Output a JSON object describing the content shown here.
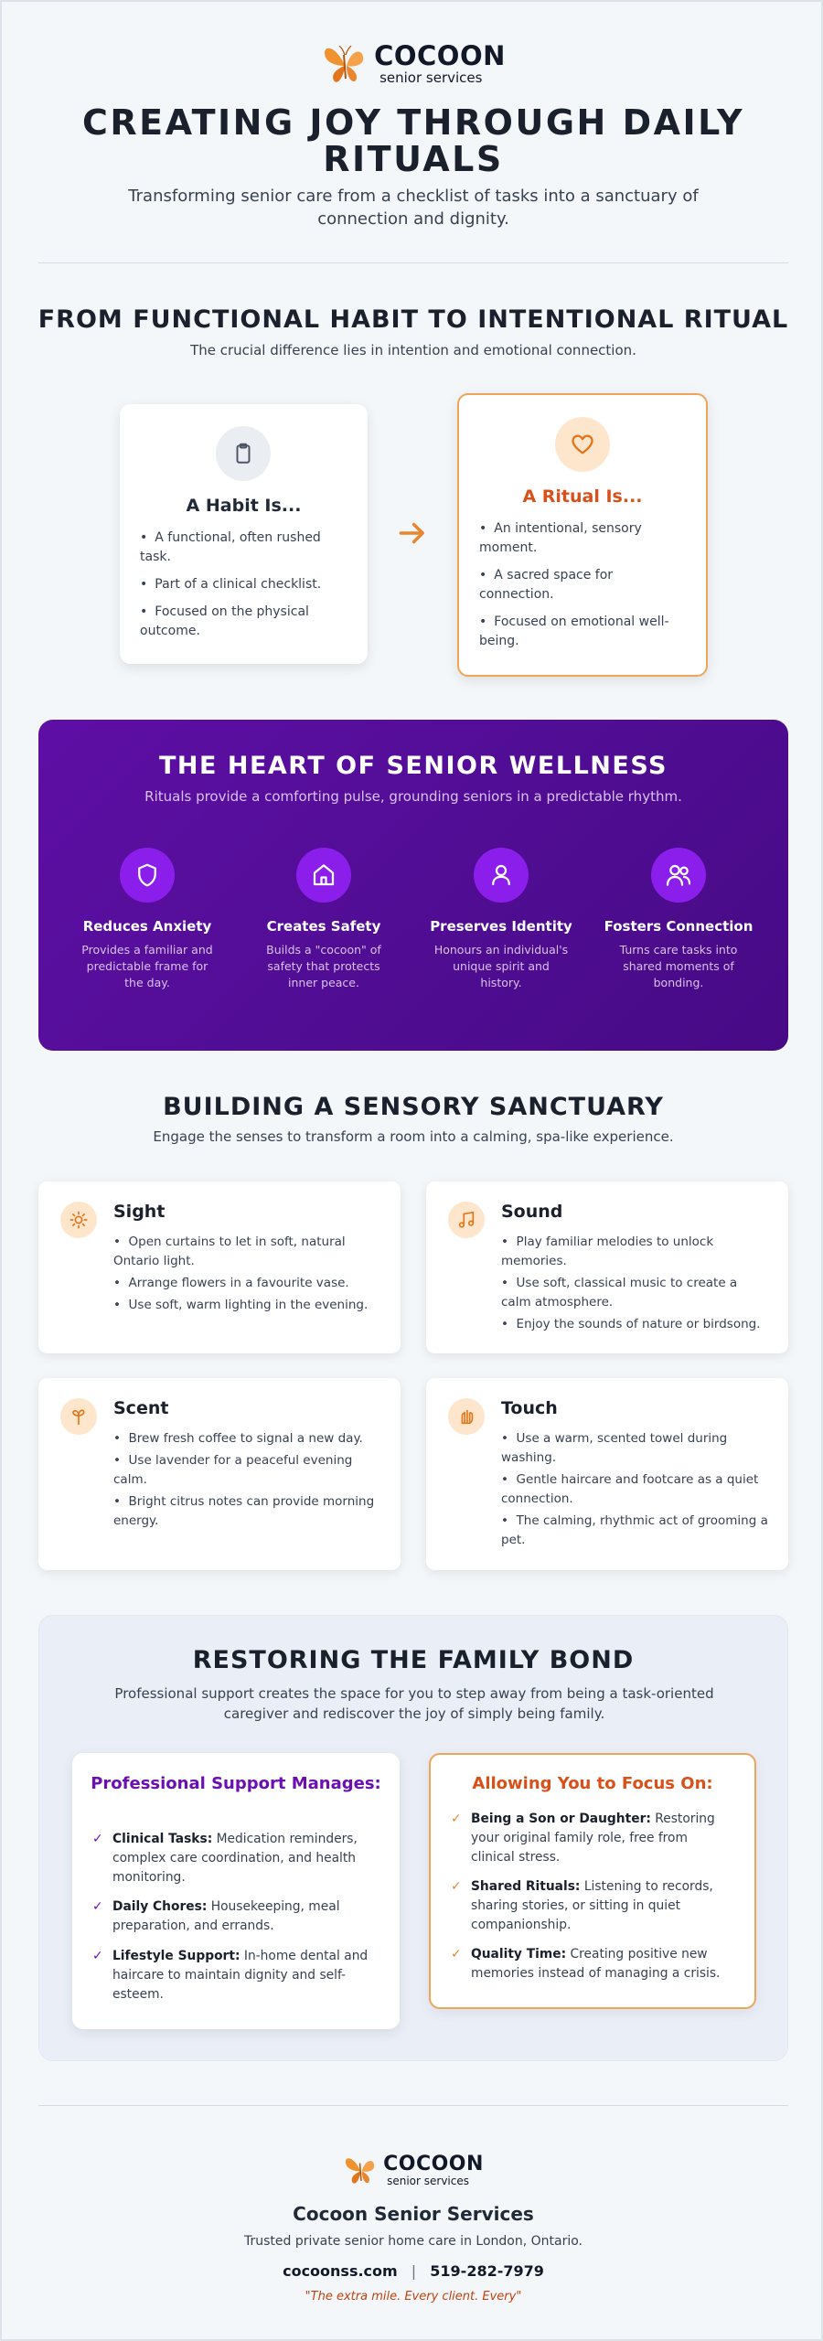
{
  "header": {
    "logo_name": "COCOON",
    "logo_sub": "senior services",
    "title": "CREATING JOY THROUGH DAILY RITUALS",
    "subtitle": "Transforming senior care from a checklist of tasks into a sanctuary of connection and dignity."
  },
  "habit_ritual": {
    "title": "FROM FUNCTIONAL HABIT TO INTENTIONAL RITUAL",
    "subtitle": "The crucial difference lies in intention and emotional connection.",
    "habit": {
      "icon": "clipboard-icon",
      "title": "A Habit Is...",
      "items": [
        "A functional, often rushed task.",
        "Part of a clinical checklist.",
        "Focused on the physical outcome."
      ]
    },
    "arrow_icon": "arrow-right-icon",
    "ritual": {
      "icon": "heart-icon",
      "title": "A Ritual Is...",
      "items": [
        "An intentional, sensory moment.",
        "A sacred space for connection.",
        "Focused on emotional well-being."
      ]
    }
  },
  "wellness": {
    "title": "THE HEART OF SENIOR WELLNESS",
    "subtitle": "Rituals provide a comforting pulse, grounding seniors in a predictable rhythm.",
    "pillars": [
      {
        "icon": "shield-icon",
        "title": "Reduces Anxiety",
        "text": "Provides a familiar and predictable frame for the day."
      },
      {
        "icon": "home-icon",
        "title": "Creates Safety",
        "text": "Builds a \"cocoon\" of safety that protects inner peace."
      },
      {
        "icon": "user-icon",
        "title": "Preserves Identity",
        "text": "Honours an individual's unique spirit and history."
      },
      {
        "icon": "users-icon",
        "title": "Fosters Connection",
        "text": "Turns care tasks into shared moments of bonding."
      }
    ]
  },
  "sensory": {
    "title": "BUILDING A SENSORY SANCTUARY",
    "subtitle": "Engage the senses to transform a room into a calming, spa-like experience.",
    "senses": [
      {
        "icon": "sun-icon",
        "title": "Sight",
        "items": [
          "Open curtains to let in soft, natural Ontario light.",
          "Arrange flowers in a favourite vase.",
          "Use soft, warm lighting in the evening."
        ]
      },
      {
        "icon": "music-icon",
        "title": "Sound",
        "items": [
          "Play familiar melodies to unlock memories.",
          "Use soft, classical music to create a calm atmosphere.",
          "Enjoy the sounds of nature or birdsong."
        ]
      },
      {
        "icon": "wind-icon",
        "title": "Scent",
        "items": [
          "Brew fresh coffee to signal a new day.",
          "Use lavender for a peaceful evening calm.",
          "Bright citrus notes can provide morning energy."
        ]
      },
      {
        "icon": "hand-icon",
        "title": "Touch",
        "items": [
          "Use a warm, scented towel during washing.",
          "Gentle haircare and footcare as a quiet connection.",
          "The calming, rhythmic act of grooming a pet."
        ]
      }
    ]
  },
  "family": {
    "title": "RESTORING THE FAMILY BOND",
    "subtitle": "Professional support creates the space for you to step away from being a task-oriented caregiver and rediscover the joy of simply being family.",
    "manages": {
      "title": "Professional Support Manages:",
      "items": [
        {
          "bold": "Clinical Tasks:",
          "text": " Medication reminders, complex care coordination, and health monitoring."
        },
        {
          "bold": "Daily Chores:",
          "text": " Housekeeping, meal preparation, and errands."
        },
        {
          "bold": "Lifestyle Support:",
          "text": " In-home dental and haircare to maintain dignity and self-esteem."
        }
      ]
    },
    "focus": {
      "title": "Allowing You to Focus On:",
      "items": [
        {
          "bold": "Being a Son or Daughter:",
          "text": " Restoring your original family role, free from clinical stress."
        },
        {
          "bold": "Shared Rituals:",
          "text": " Listening to records, sharing stories, or sitting in quiet companionship."
        },
        {
          "bold": "Quality Time:",
          "text": " Creating positive new memories instead of managing a crisis."
        }
      ]
    }
  },
  "footer": {
    "logo_name": "COCOON",
    "logo_sub": "senior services",
    "name": "Cocoon Senior Services",
    "tagline": "Trusted private senior home care in London, Ontario.",
    "website": "cocoonss.com",
    "separator": "|",
    "phone": "519-282-7979",
    "quote": "\"The extra mile. Every client. Every\""
  },
  "colors": {
    "accent_orange": "#e8872f",
    "ritual_red": "#d9501a",
    "purple": "#5e0ea5",
    "purple_light": "#8c1eec",
    "manages_purple": "#6b0fb3"
  }
}
